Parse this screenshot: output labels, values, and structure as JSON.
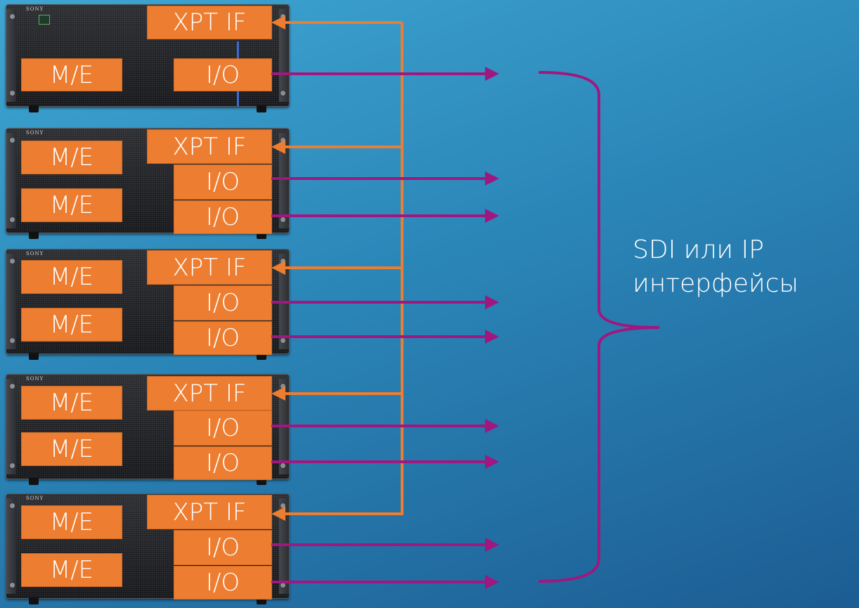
{
  "units": [
    {
      "brand": "SONY",
      "me": [
        {
          "label": "M/E"
        }
      ],
      "xpt": {
        "label": "XPT IF"
      },
      "io": [
        {
          "label": "I/O"
        }
      ]
    },
    {
      "brand": "SONY",
      "me": [
        {
          "label": "M/E"
        },
        {
          "label": "M/E"
        }
      ],
      "xpt": {
        "label": "XPT IF"
      },
      "io": [
        {
          "label": "I/O"
        },
        {
          "label": "I/O"
        }
      ]
    },
    {
      "brand": "SONY",
      "me": [
        {
          "label": "M/E"
        },
        {
          "label": "M/E"
        }
      ],
      "xpt": {
        "label": "XPT IF"
      },
      "io": [
        {
          "label": "I/O"
        },
        {
          "label": "I/O"
        }
      ]
    },
    {
      "brand": "SONY",
      "me": [
        {
          "label": "M/E"
        },
        {
          "label": "M/E"
        }
      ],
      "xpt": {
        "label": "XPT IF"
      },
      "io": [
        {
          "label": "I/O"
        },
        {
          "label": "I/O"
        }
      ]
    },
    {
      "brand": "SONY",
      "me": [
        {
          "label": "M/E"
        },
        {
          "label": "M/E"
        }
      ],
      "xpt": {
        "label": "XPT IF"
      },
      "io": [
        {
          "label": "I/O"
        },
        {
          "label": "I/O"
        }
      ]
    }
  ],
  "interfaces_label": {
    "line1": "SDI или IP",
    "line2": "интерфейсы"
  },
  "colors": {
    "box": "#ed7d31",
    "bus_line": "#ed7d31",
    "output_line": "#a0177f",
    "brace": "#a0177f",
    "background_top": "#3ea6d2",
    "background_bottom": "#1c5d93"
  }
}
